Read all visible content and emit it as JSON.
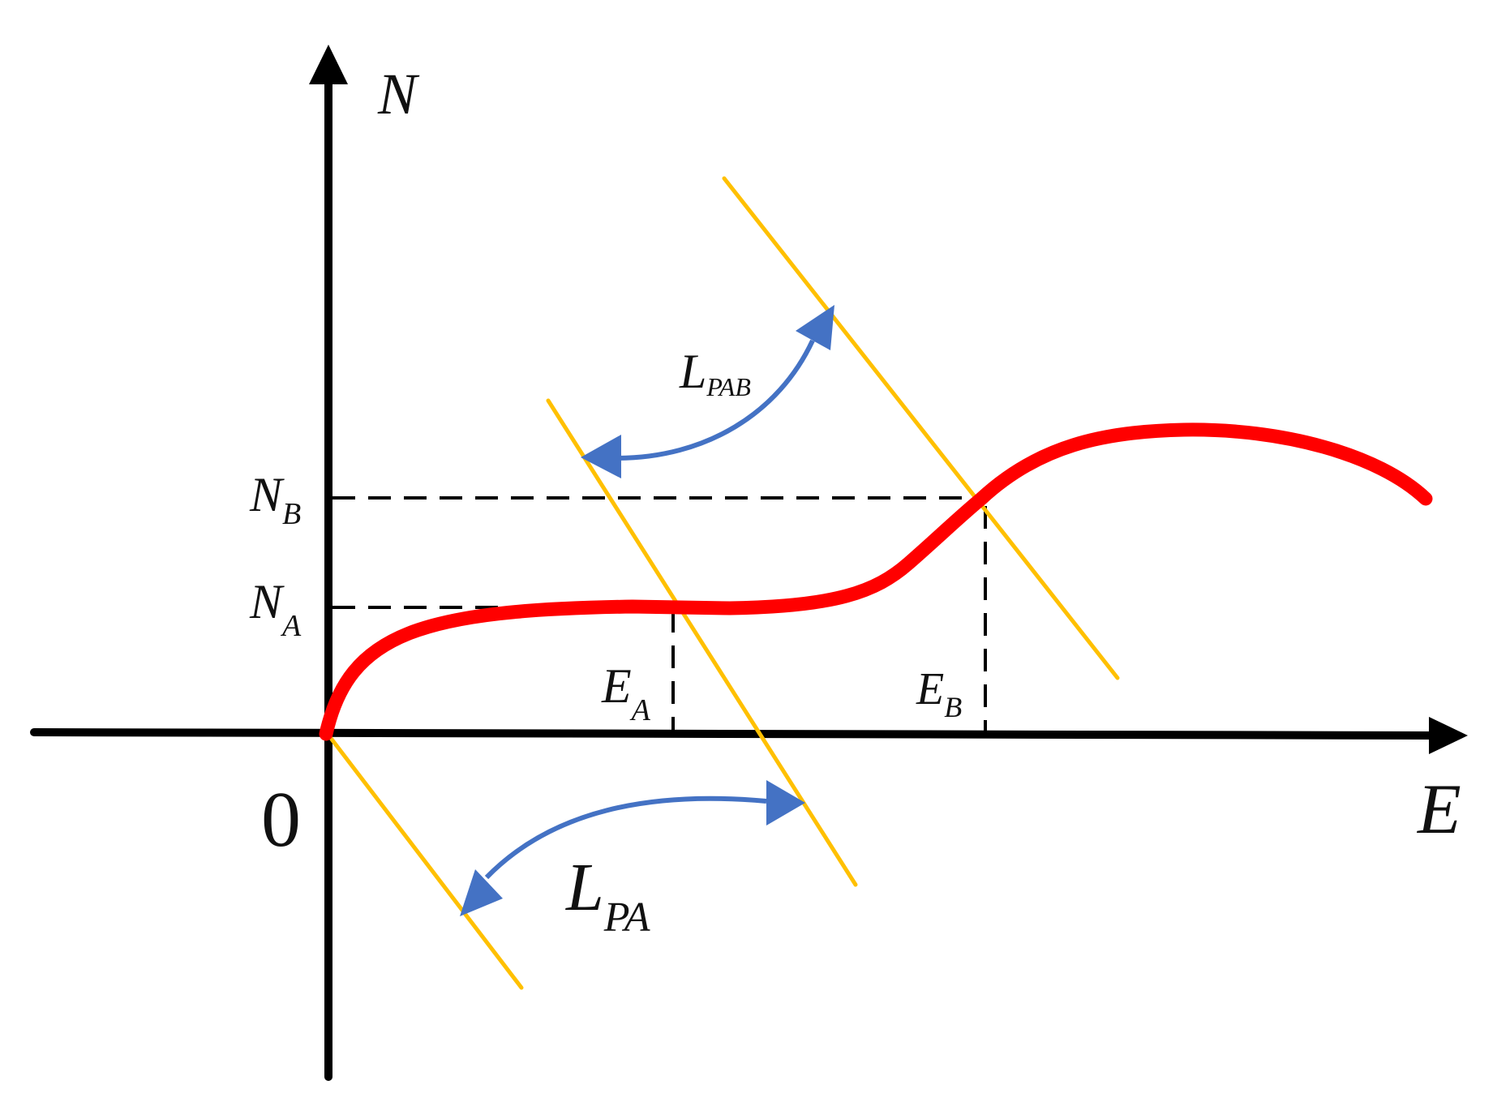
{
  "labels": {
    "y_axis": "N",
    "x_axis": "E",
    "origin": "0",
    "n_b_main": "N",
    "n_b_sub": "B",
    "n_a_main": "N",
    "n_a_sub": "A",
    "e_a_main": "E",
    "e_a_sub": "A",
    "e_b_main": "E",
    "e_b_sub": "B",
    "l_pab_main": "L",
    "l_pab_sub": "PAB",
    "l_pa_main": "L",
    "l_pa_sub": "PA"
  },
  "colors": {
    "axis": "#000000",
    "curve": "#ff0000",
    "lines": "#ffc000",
    "arrows": "#4472c4",
    "guides": "#000000"
  }
}
